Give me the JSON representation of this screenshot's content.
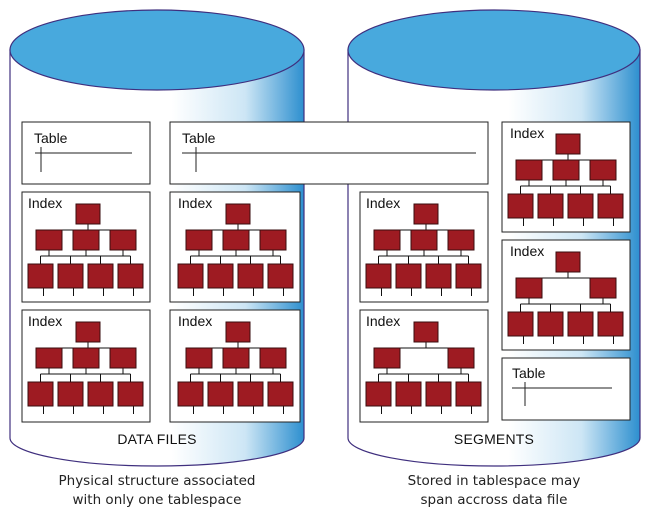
{
  "colors": {
    "cylinder_top": "#48a9dd",
    "cylinder_outline": "#3f2f7e",
    "cylinder_body_light": "#ffffff",
    "cylinder_body_dark": "#2d8fcf",
    "node_fill": "#9e1b22",
    "node_stroke": "#3a0d0f",
    "box_fill": "#ffffff",
    "box_stroke": "#222222",
    "text": "#111111"
  },
  "left": {
    "label": "DATA FILES",
    "caption": [
      "Physical structure associated",
      "with only one tablespace"
    ],
    "table_label": "Table",
    "index_labels": [
      "Index",
      "Index",
      "Index",
      "Index"
    ]
  },
  "right": {
    "label": "SEGMENTS",
    "caption": [
      "Stored in tablespace may",
      "span accross data file"
    ],
    "table_label": "Table",
    "index_labels": [
      "Index",
      "Index",
      "Index",
      "Index"
    ]
  },
  "spanning_table": {
    "label": "Table"
  }
}
